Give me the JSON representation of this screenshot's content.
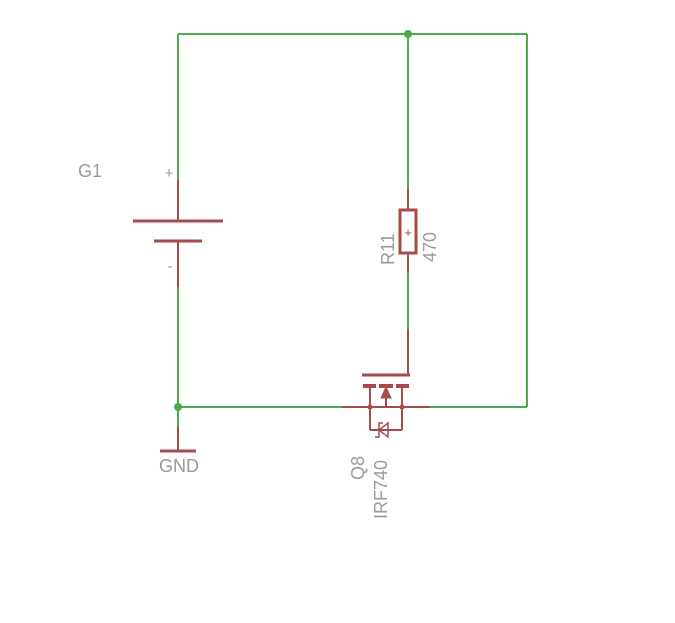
{
  "colors": {
    "wire": "#4ea84e",
    "symbol": "#a64a4a",
    "label": "#9a9a9a",
    "background": "#ffffff"
  },
  "battery": {
    "name": "G1",
    "plus": "+",
    "minus": "-"
  },
  "resistor": {
    "name": "R11",
    "value": "470",
    "marker": "+"
  },
  "ground": {
    "label": "GND"
  },
  "mosfet": {
    "name": "Q8",
    "value": "IRF740"
  }
}
